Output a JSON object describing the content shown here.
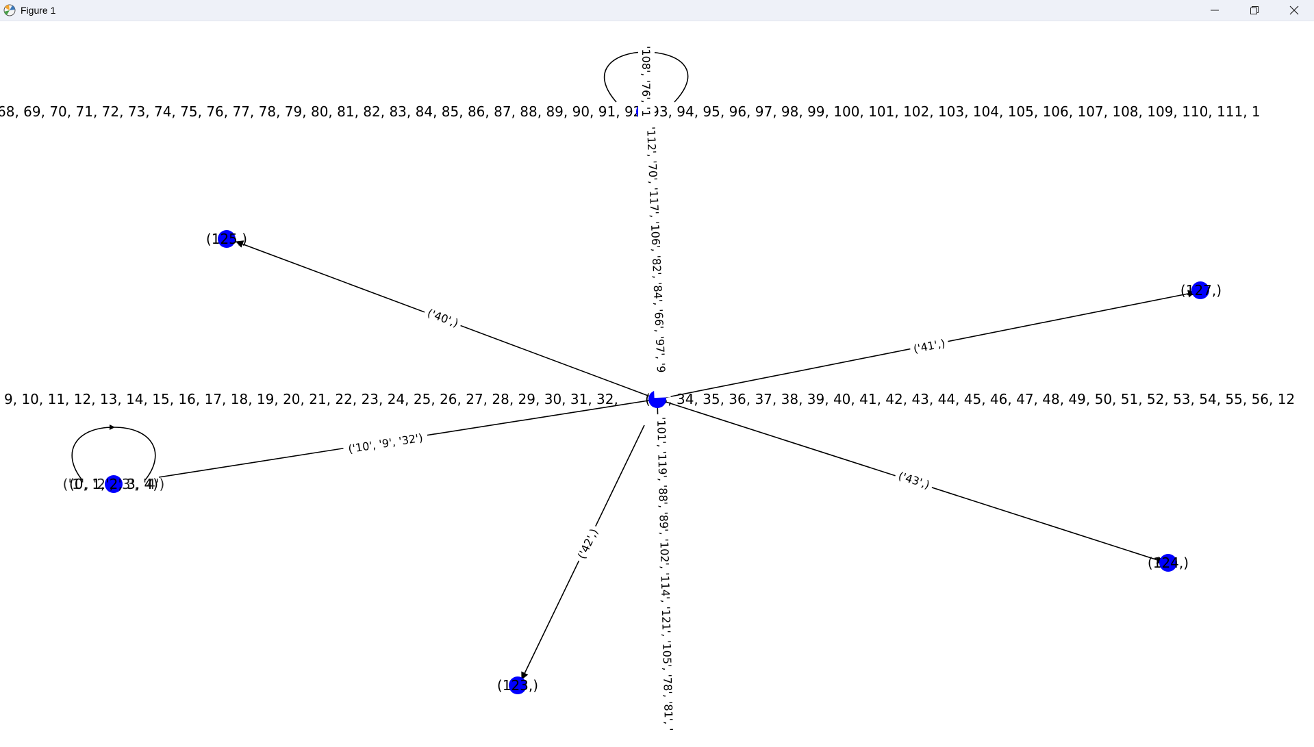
{
  "window": {
    "title": "Figure 1",
    "controls": {
      "minimize": "minimize-icon",
      "maximize": "maximize-icon",
      "close": "close-icon"
    }
  },
  "colors": {
    "node": "#0000ff",
    "edge": "#000000",
    "titlebar": "#eef1f8"
  },
  "graph": {
    "nodes": [
      {
        "id": "center",
        "label": "(33, 34, 35, 36, 37, 38, 39, 40, 41, 42, 43, 44, 45, 46, 47, 48, 49, 50, 51, 52, 53, 54, 55, 56, 12",
        "prefix_label": "9, 10, 11, 12, 13, 14, 15, 16, 17, 18, 19, 20, 21, 22, 23, 24, 25, 26, 27, 28, 29, 30, 31, 32,"
      },
      {
        "id": "top",
        "label": "68, 69, 70, 71, 72, 73, 74, 75, 76, 77, 78, 79, 80, 81, 82, 83, 84, 85, 86, 87, 88, 89, 90, 91, 92, 93, 94, 95, 96, 97, 98, 99, 100, 101, 102, 103, 104, 105, 106, 107, 108, 109, 110, 111, 1"
      },
      {
        "id": "n125",
        "label": "(125,)"
      },
      {
        "id": "n127",
        "label": "(127,)"
      },
      {
        "id": "n124",
        "label": "(124,)"
      },
      {
        "id": "n123",
        "label": "(123,)"
      },
      {
        "id": "left",
        "label": "(0, 1, 2, 3, 4)"
      }
    ],
    "edges": [
      {
        "id": "center-125",
        "label": "('40',)"
      },
      {
        "id": "center-127",
        "label": "('41',)"
      },
      {
        "id": "center-124",
        "label": "('43',)"
      },
      {
        "id": "center-123",
        "label": "('42',)"
      },
      {
        "id": "left-center",
        "label": "('10', '9', '32')"
      },
      {
        "id": "left-self",
        "label": "('1', '2', '3', '4')"
      },
      {
        "id": "top-self",
        "label": "'108', '76', '1"
      },
      {
        "id": "top-center",
        "label": "'112', '70', '117', '106', '82', '84', '66', '97', '9"
      },
      {
        "id": "center-down",
        "label": "'101', '119', '88', '89', '102', '114', '121', '105', '78', '81', '"
      }
    ]
  }
}
